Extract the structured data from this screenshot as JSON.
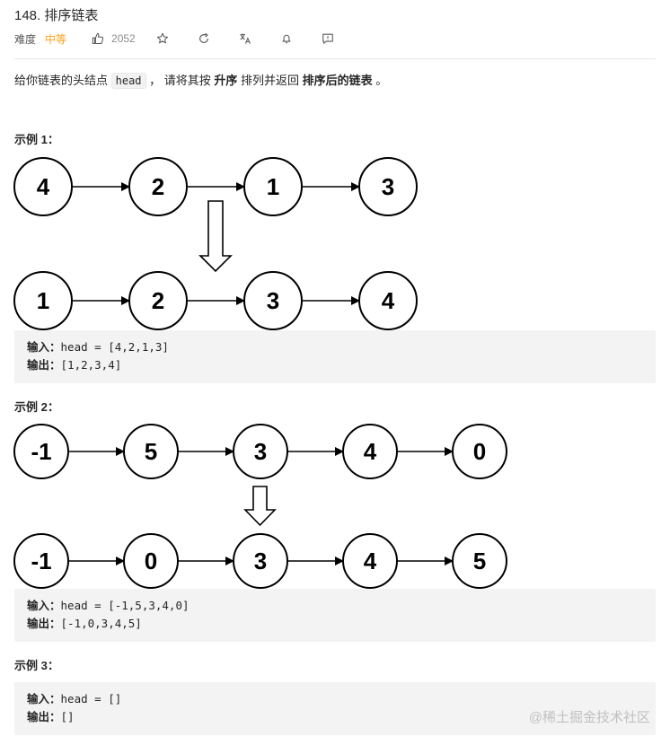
{
  "problem": {
    "title": "148. 排序链表",
    "difficulty_label": "难度",
    "difficulty": "中等",
    "likes": "2052"
  },
  "description": {
    "part1": "给你链表的头结点 ",
    "code": "head",
    "part2": " ， 请将其按 ",
    "bold1": "升序",
    "part3": " 排列并返回 ",
    "bold2": "排序后的链表",
    "part4": " 。"
  },
  "examples": [
    {
      "title": "示例 1：",
      "input_label": "输入：",
      "input": "head = [4,2,1,3]",
      "output_label": "输出：",
      "output": "[1,2,3,4]",
      "before": [
        "4",
        "2",
        "1",
        "3"
      ],
      "after": [
        "1",
        "2",
        "3",
        "4"
      ]
    },
    {
      "title": "示例 2：",
      "input_label": "输入：",
      "input": "head = [-1,5,3,4,0]",
      "output_label": "输出：",
      "output": "[-1,0,3,4,5]",
      "before": [
        "-1",
        "5",
        "3",
        "4",
        "0"
      ],
      "after": [
        "-1",
        "0",
        "3",
        "4",
        "5"
      ]
    },
    {
      "title": "示例 3：",
      "input_label": "输入：",
      "input": "head = []",
      "output_label": "输出：",
      "output": "[]"
    }
  ],
  "icons": [
    "thumbs-up-icon",
    "star-icon",
    "share-icon",
    "translate-icon",
    "bell-icon",
    "feedback-icon"
  ],
  "colors": {
    "difficulty": "#ffa116",
    "code_bg": "#f3f3f3"
  },
  "watermark": "@稀土掘金技术社区"
}
